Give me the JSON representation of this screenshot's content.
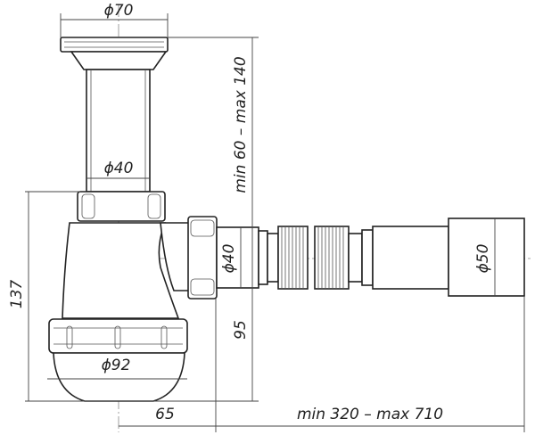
{
  "dimensions": {
    "strainer_diameter": "ϕ70",
    "riser_diameter": "ϕ40",
    "height_range": "min 60 – max 140",
    "outlet_diameter": "ϕ40",
    "end_diameter": "ϕ50",
    "total_height": "137",
    "outlet_height": "95",
    "bowl_diameter": "ϕ92",
    "offset": "65",
    "length_range": "min 320 – max 710"
  }
}
